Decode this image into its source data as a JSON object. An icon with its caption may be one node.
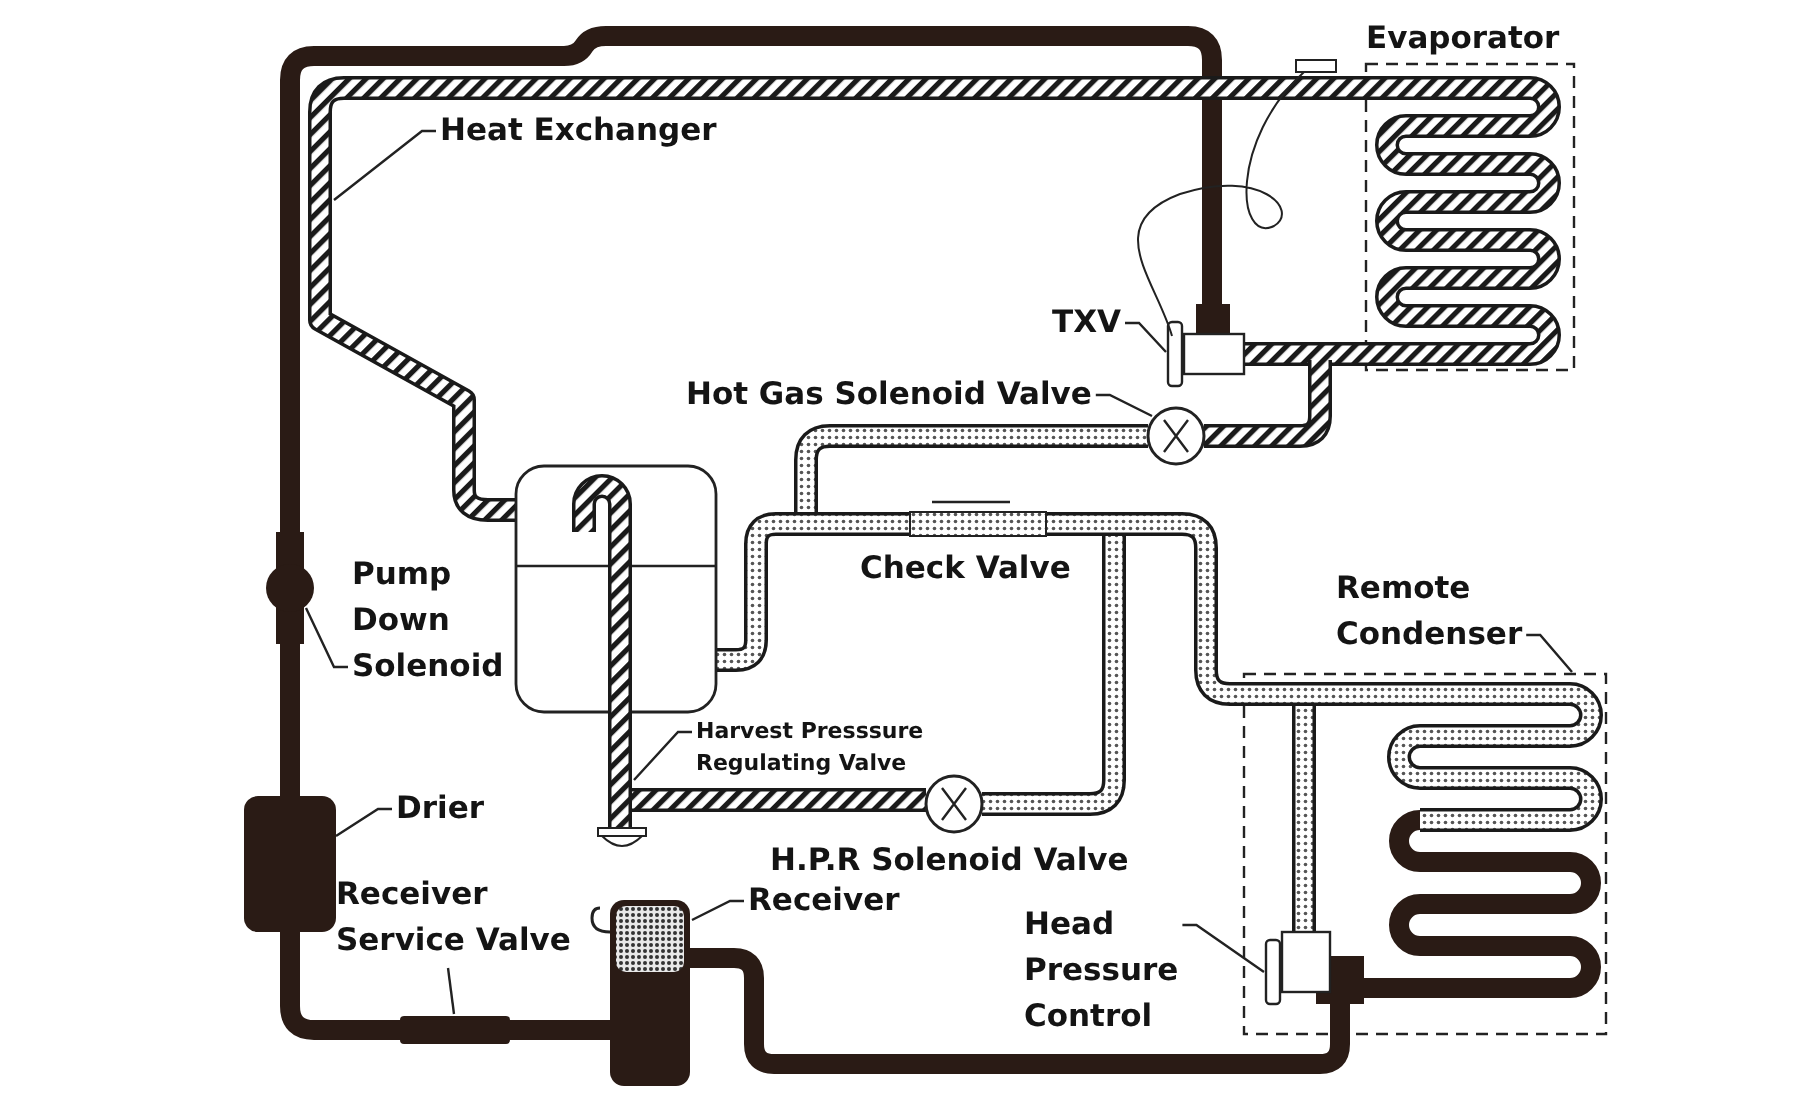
{
  "diagram": {
    "nodes": [
      {
        "text": [
          "Heat Exchanger"
        ]
      },
      {
        "text": [
          "TXV"
        ]
      },
      {
        "text": [
          "Hot Gas Solenoid Valve"
        ]
      },
      {
        "text": [
          "Pump Down Solenoid"
        ]
      },
      {
        "text": [
          "Remote Condenser"
        ]
      },
      {
        "text": [
          "Harvest Presssure Regulating Valve"
        ]
      },
      {
        "text": [
          "Drier"
        ]
      },
      {
        "text": [
          "Receiver Service Valve"
        ]
      },
      {
        "text": [
          "Receiver"
        ]
      },
      {
        "text": [
          "Head Pressure Control"
        ]
      }
    ],
    "edges": [
      {
        "from": 0,
        "to": null,
        "arrow": "none"
      },
      {
        "from": 1,
        "to": null,
        "arrow": "none"
      },
      {
        "from": 2,
        "to": null,
        "arrow": "none"
      },
      {
        "from": 3,
        "to": null,
        "arrow": "none"
      },
      {
        "from": 4,
        "to": null,
        "arrow": "none"
      },
      {
        "from": 5,
        "to": null,
        "arrow": "none"
      },
      {
        "from": 6,
        "to": null,
        "arrow": "none"
      },
      {
        "from": 7,
        "to": null,
        "arrow": "none"
      },
      {
        "from": 8,
        "to": null,
        "arrow": "none"
      },
      {
        "from": 9,
        "to": null,
        "arrow": "none"
      }
    ],
    "labels": [
      "Evaporator",
      "Check Valve",
      "H.P.R Solenoid Valve"
    ]
  }
}
